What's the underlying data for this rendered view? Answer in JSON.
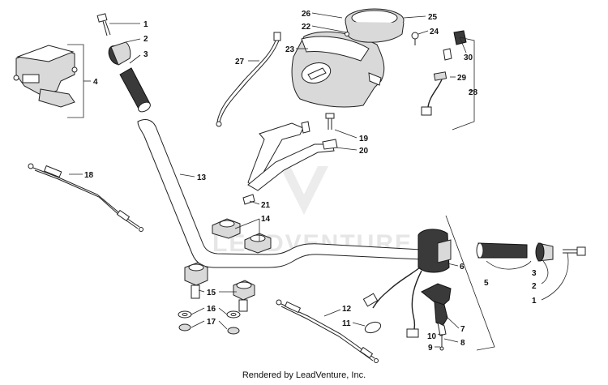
{
  "watermark": {
    "text": "LEADVENTURE"
  },
  "footer": {
    "text": "Rendered by LeadVenture, Inc."
  },
  "callouts": {
    "c1a": "1",
    "c2a": "2",
    "c3a": "3",
    "c4": "4",
    "c18": "18",
    "c13": "13",
    "c27": "27",
    "c26": "26",
    "c22": "22",
    "c23": "23",
    "c25": "25",
    "c24": "24",
    "c30": "30",
    "c29": "29",
    "c28": "28",
    "c19": "19",
    "c20": "20",
    "c21": "21",
    "c14": "14",
    "c15": "15",
    "c16": "16",
    "c17": "17",
    "c12": "12",
    "c11": "11",
    "c6": "6",
    "c5": "5",
    "c3b": "3",
    "c2b": "2",
    "c1b": "1",
    "c7": "7",
    "c10": "10",
    "c8": "8",
    "c9": "9"
  }
}
